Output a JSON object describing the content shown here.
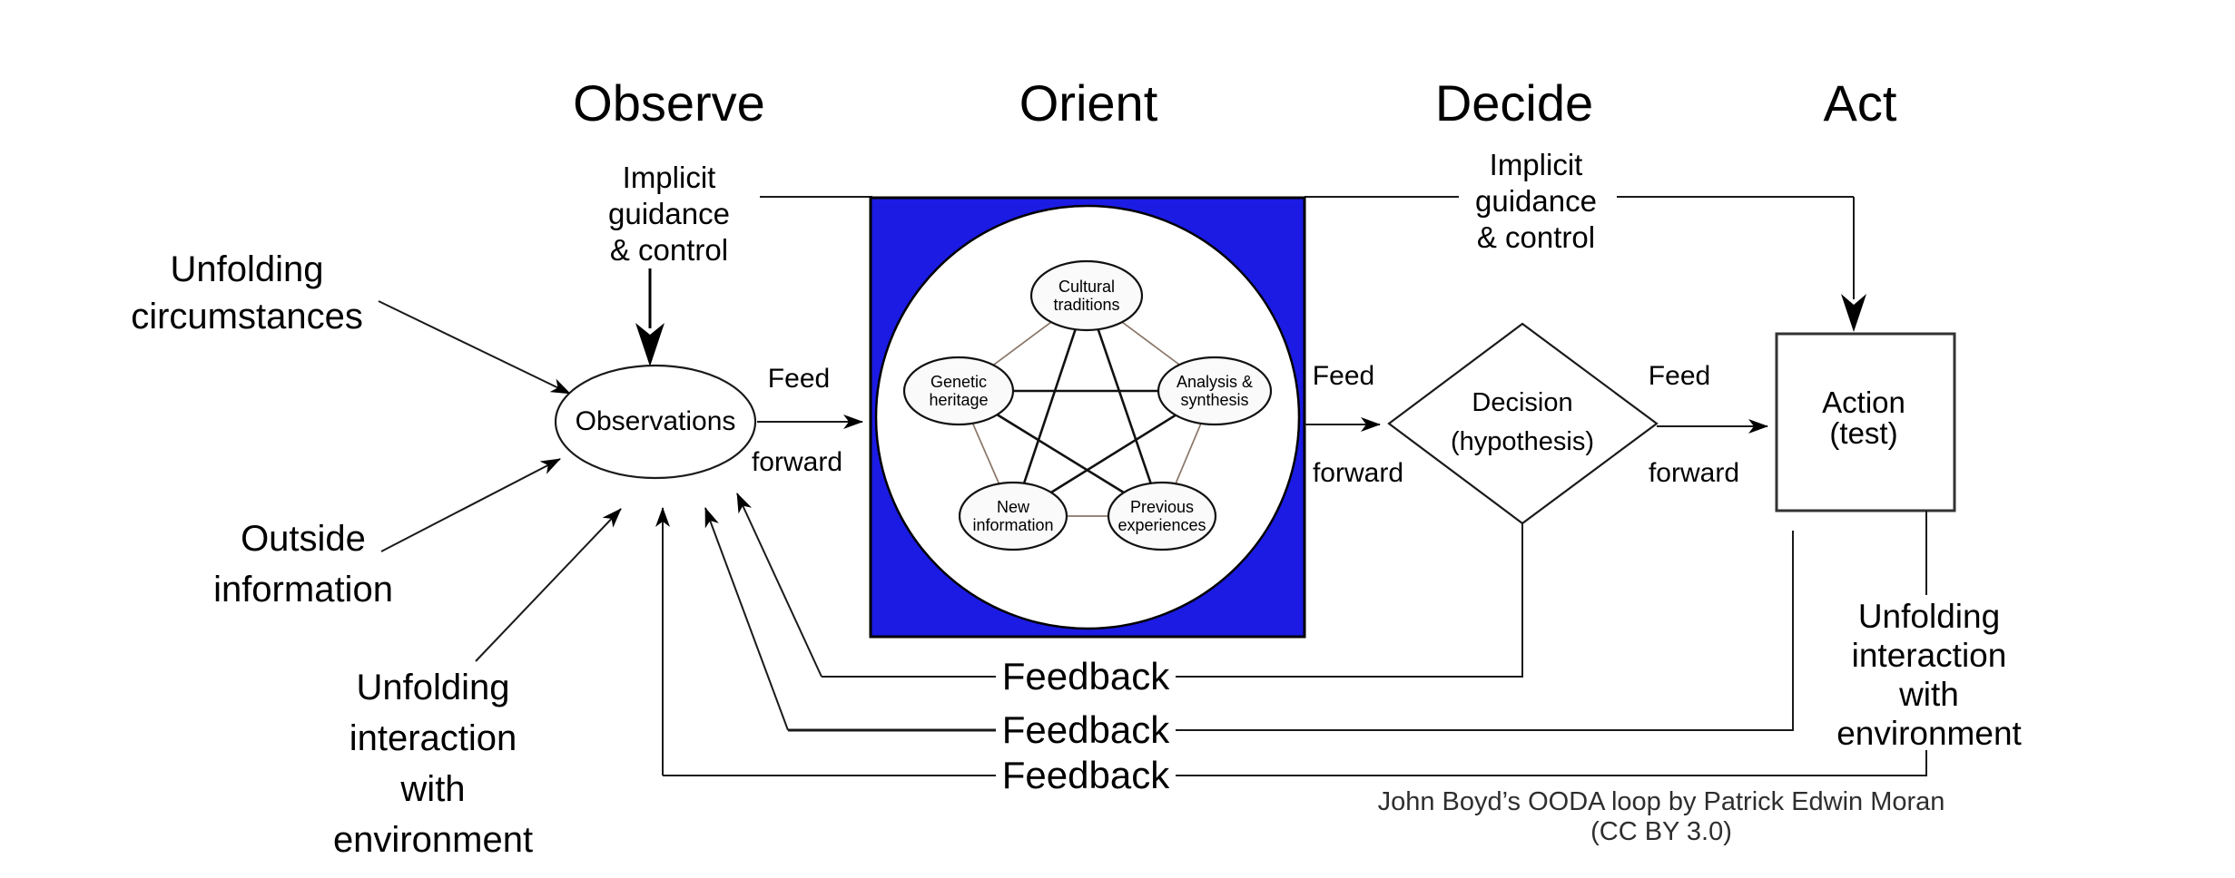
{
  "headers": {
    "observe": "Observe",
    "orient": "Orient",
    "decide": "Decide",
    "act": "Act"
  },
  "inputs": {
    "unfolding_circumstances": "Unfolding\ncircumstances",
    "outside_information": "Outside\ninformation",
    "unfolding_interaction_left": "Unfolding\ninteraction\nwith\nenvironment",
    "unfolding_interaction_right": "Unfolding\ninteraction\nwith\nenvironment"
  },
  "guidance": {
    "left": "Implicit\nguidance\n& control",
    "right": "Implicit\nguidance\n& control"
  },
  "nodes": {
    "observations": "Observations",
    "decision": "Decision\n(hypothesis)",
    "action": "Action\n(test)"
  },
  "orient_cluster": {
    "cultural_traditions": "Cultural\ntraditions",
    "genetic_heritage": "Genetic\nheritage",
    "analysis_synthesis": "Analysis &\nsynthesis",
    "new_information": "New\ninformation",
    "previous_experiences": "Previous\nexperiences"
  },
  "flow": {
    "feed": "Feed",
    "forward": "forward"
  },
  "feedback_label": "Feedback",
  "attribution": "John Boyd’s OODA loop by Patrick Edwin Moran (CC BY 3.0)",
  "colors": {
    "orient_panel_blue": "#1b1be4",
    "pentagon_edge": "#8a7668",
    "line_black": "#1a1a1a",
    "attribution_gray": "#2e2e2e"
  }
}
